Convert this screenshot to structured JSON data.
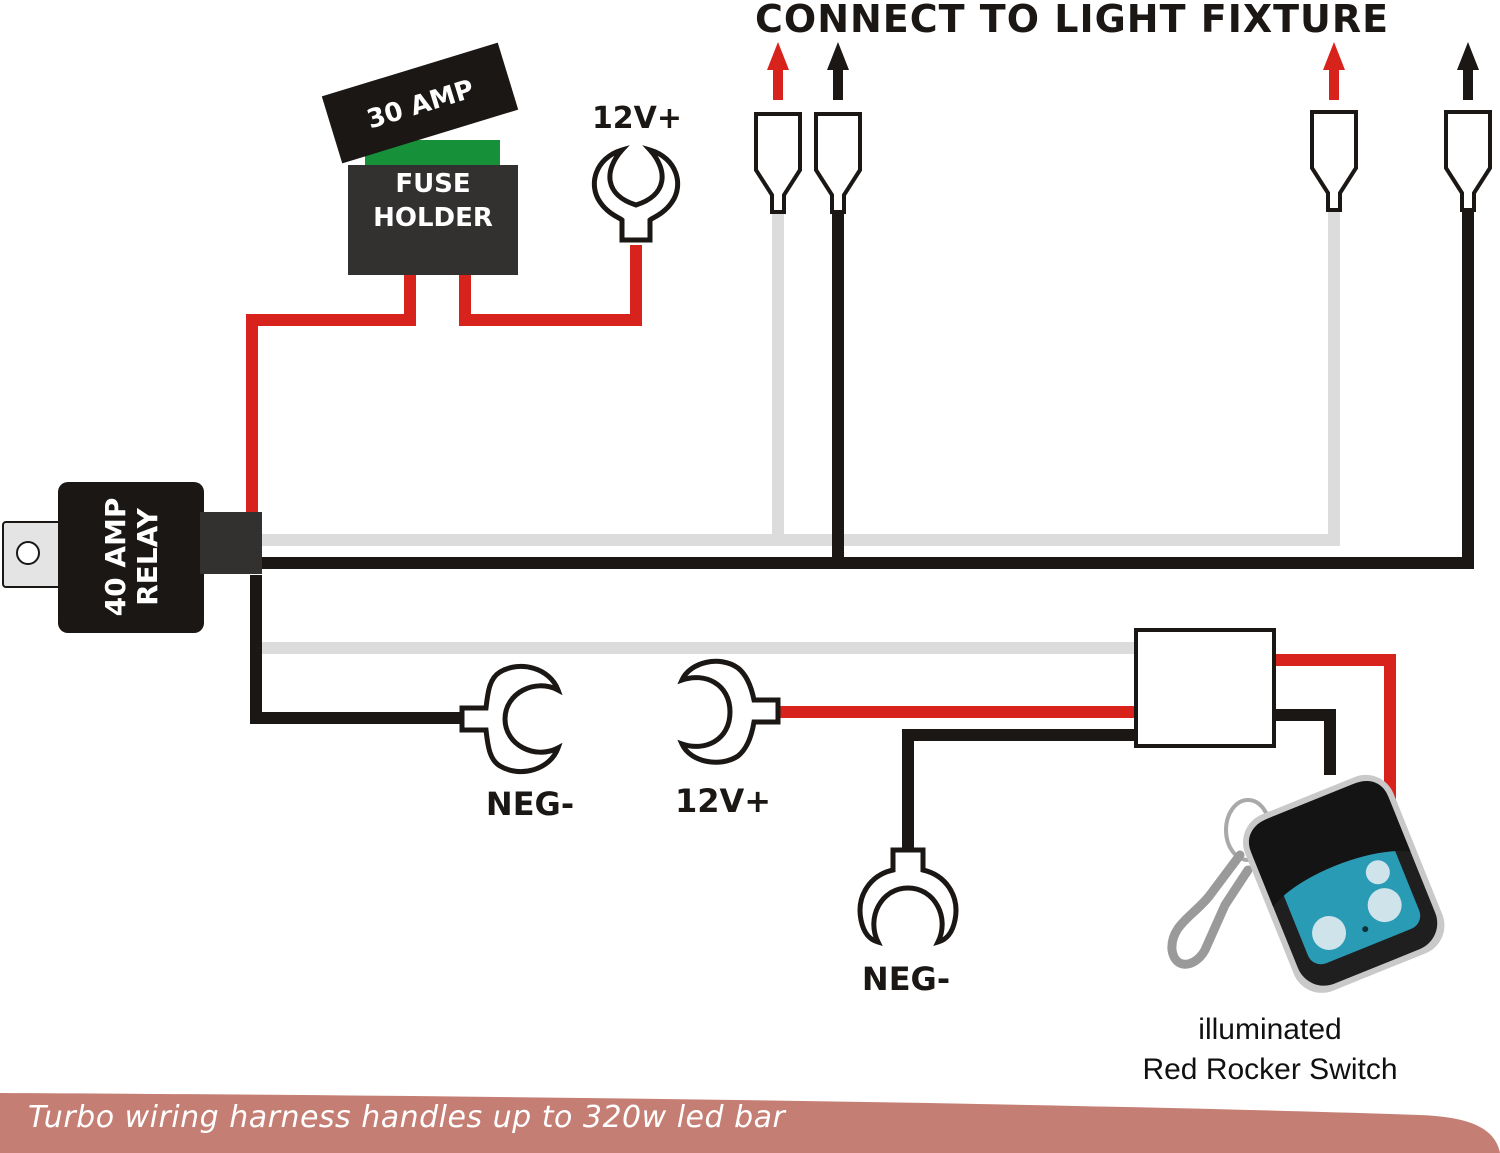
{
  "header": {
    "title": "CONNECT TO LIGHT FIXTURE"
  },
  "components": {
    "fuse": {
      "label": "30 AMP",
      "color": "#1a1715"
    },
    "fuse_holder": {
      "line1": "FUSE",
      "line2": "HOLDER",
      "color": "#333030",
      "fuse_color": "#16913a"
    },
    "relay": {
      "line1": "40 AMP",
      "line2": "RELAY",
      "color": "#1a1715"
    },
    "top_terminal": {
      "label": "12V+"
    },
    "bottom_neg_terminal": {
      "label": "NEG-"
    },
    "bottom_pos_terminal": {
      "label": "12V+"
    },
    "switch_neg_terminal": {
      "label": "NEG-"
    },
    "switch": {
      "line1": "illuminated",
      "line2": "Red Rocker Switch"
    },
    "remote": {
      "body_color": "#1f1f1f",
      "panel_color": "#2a9bb5",
      "button_color": "#cfe3ea"
    }
  },
  "connectors": [
    {
      "name": "red-lead-1",
      "wire": "white",
      "arrow": "red"
    },
    {
      "name": "black-lead-1",
      "wire": "black",
      "arrow": "black"
    },
    {
      "name": "red-lead-2",
      "wire": "white",
      "arrow": "red"
    },
    {
      "name": "black-lead-2",
      "wire": "black",
      "arrow": "black"
    }
  ],
  "colors": {
    "red_wire": "#d8231c",
    "black_wire": "#1a1715",
    "white_wire": "#dcdcdc",
    "banner": "#c57e74"
  },
  "banner": {
    "text": "Turbo wiring harness handles up to 320w led bar"
  }
}
